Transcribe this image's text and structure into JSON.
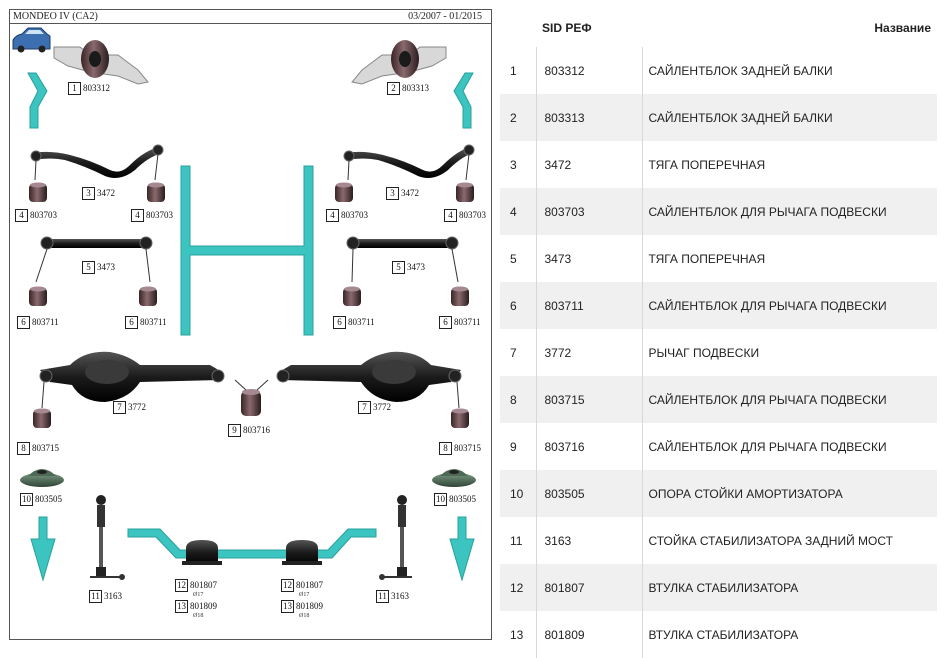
{
  "diagram": {
    "model": "MONDEO IV (CA2)",
    "years": "03/2007 - 01/2015",
    "accent_color": "#3cc4c0",
    "callouts": [
      {
        "num": "1",
        "code": "803312"
      },
      {
        "num": "2",
        "code": "803313"
      },
      {
        "num": "3",
        "code": "3472"
      },
      {
        "num": "3",
        "code": "3472"
      },
      {
        "num": "4",
        "code": "803703"
      },
      {
        "num": "4",
        "code": "803703"
      },
      {
        "num": "4",
        "code": "803703"
      },
      {
        "num": "4",
        "code": "803703"
      },
      {
        "num": "5",
        "code": "3473"
      },
      {
        "num": "5",
        "code": "3473"
      },
      {
        "num": "6",
        "code": "803711"
      },
      {
        "num": "6",
        "code": "803711"
      },
      {
        "num": "6",
        "code": "803711"
      },
      {
        "num": "6",
        "code": "803711"
      },
      {
        "num": "7",
        "code": "3772"
      },
      {
        "num": "7",
        "code": "3772"
      },
      {
        "num": "9",
        "code": "803716"
      },
      {
        "num": "8",
        "code": "803715"
      },
      {
        "num": "8",
        "code": "803715"
      },
      {
        "num": "10",
        "code": "803505"
      },
      {
        "num": "10",
        "code": "803505"
      },
      {
        "num": "11",
        "code": "3163"
      },
      {
        "num": "11",
        "code": "3163"
      },
      {
        "num": "12",
        "code": "801807",
        "note": "Ø17"
      },
      {
        "num": "12",
        "code": "801807",
        "note": "Ø17"
      },
      {
        "num": "13",
        "code": "801809",
        "note": "Ø18"
      },
      {
        "num": "13",
        "code": "801809",
        "note": "Ø18"
      }
    ]
  },
  "table": {
    "headers": {
      "num": "",
      "sid": "SID РЕФ",
      "name": "Название"
    },
    "rows": [
      {
        "n": "1",
        "sid": "803312",
        "name": "САЙЛЕНТБЛОК ЗАДНЕЙ БАЛКИ"
      },
      {
        "n": "2",
        "sid": "803313",
        "name": "САЙЛЕНТБЛОК ЗАДНЕЙ БАЛКИ"
      },
      {
        "n": "3",
        "sid": "3472",
        "name": "ТЯГА ПОПЕРЕЧНАЯ"
      },
      {
        "n": "4",
        "sid": "803703",
        "name": "САЙЛЕНТБЛОК ДЛЯ РЫЧАГА ПОДВЕСКИ"
      },
      {
        "n": "5",
        "sid": "3473",
        "name": "ТЯГА ПОПЕРЕЧНАЯ"
      },
      {
        "n": "6",
        "sid": "803711",
        "name": "САЙЛЕНТБЛОК ДЛЯ РЫЧАГА ПОДВЕСКИ"
      },
      {
        "n": "7",
        "sid": "3772",
        "name": "РЫЧАГ ПОДВЕСКИ"
      },
      {
        "n": "8",
        "sid": "803715",
        "name": "САЙЛЕНТБЛОК ДЛЯ РЫЧАГА ПОДВЕСКИ"
      },
      {
        "n": "9",
        "sid": "803716",
        "name": "САЙЛЕНТБЛОК ДЛЯ РЫЧАГА ПОДВЕСКИ"
      },
      {
        "n": "10",
        "sid": "803505",
        "name": "ОПОРА СТОЙКИ АМОРТИЗАТОРА"
      },
      {
        "n": "11",
        "sid": "3163",
        "name": "СТОЙКА СТАБИЛИЗАТОРА ЗАДНИЙ МОСТ"
      },
      {
        "n": "12",
        "sid": "801807",
        "name": "ВТУЛКА СТАБИЛИЗАТОРА"
      },
      {
        "n": "13",
        "sid": "801809",
        "name": "ВТУЛКА СТАБИЛИЗАТОРА"
      }
    ]
  }
}
